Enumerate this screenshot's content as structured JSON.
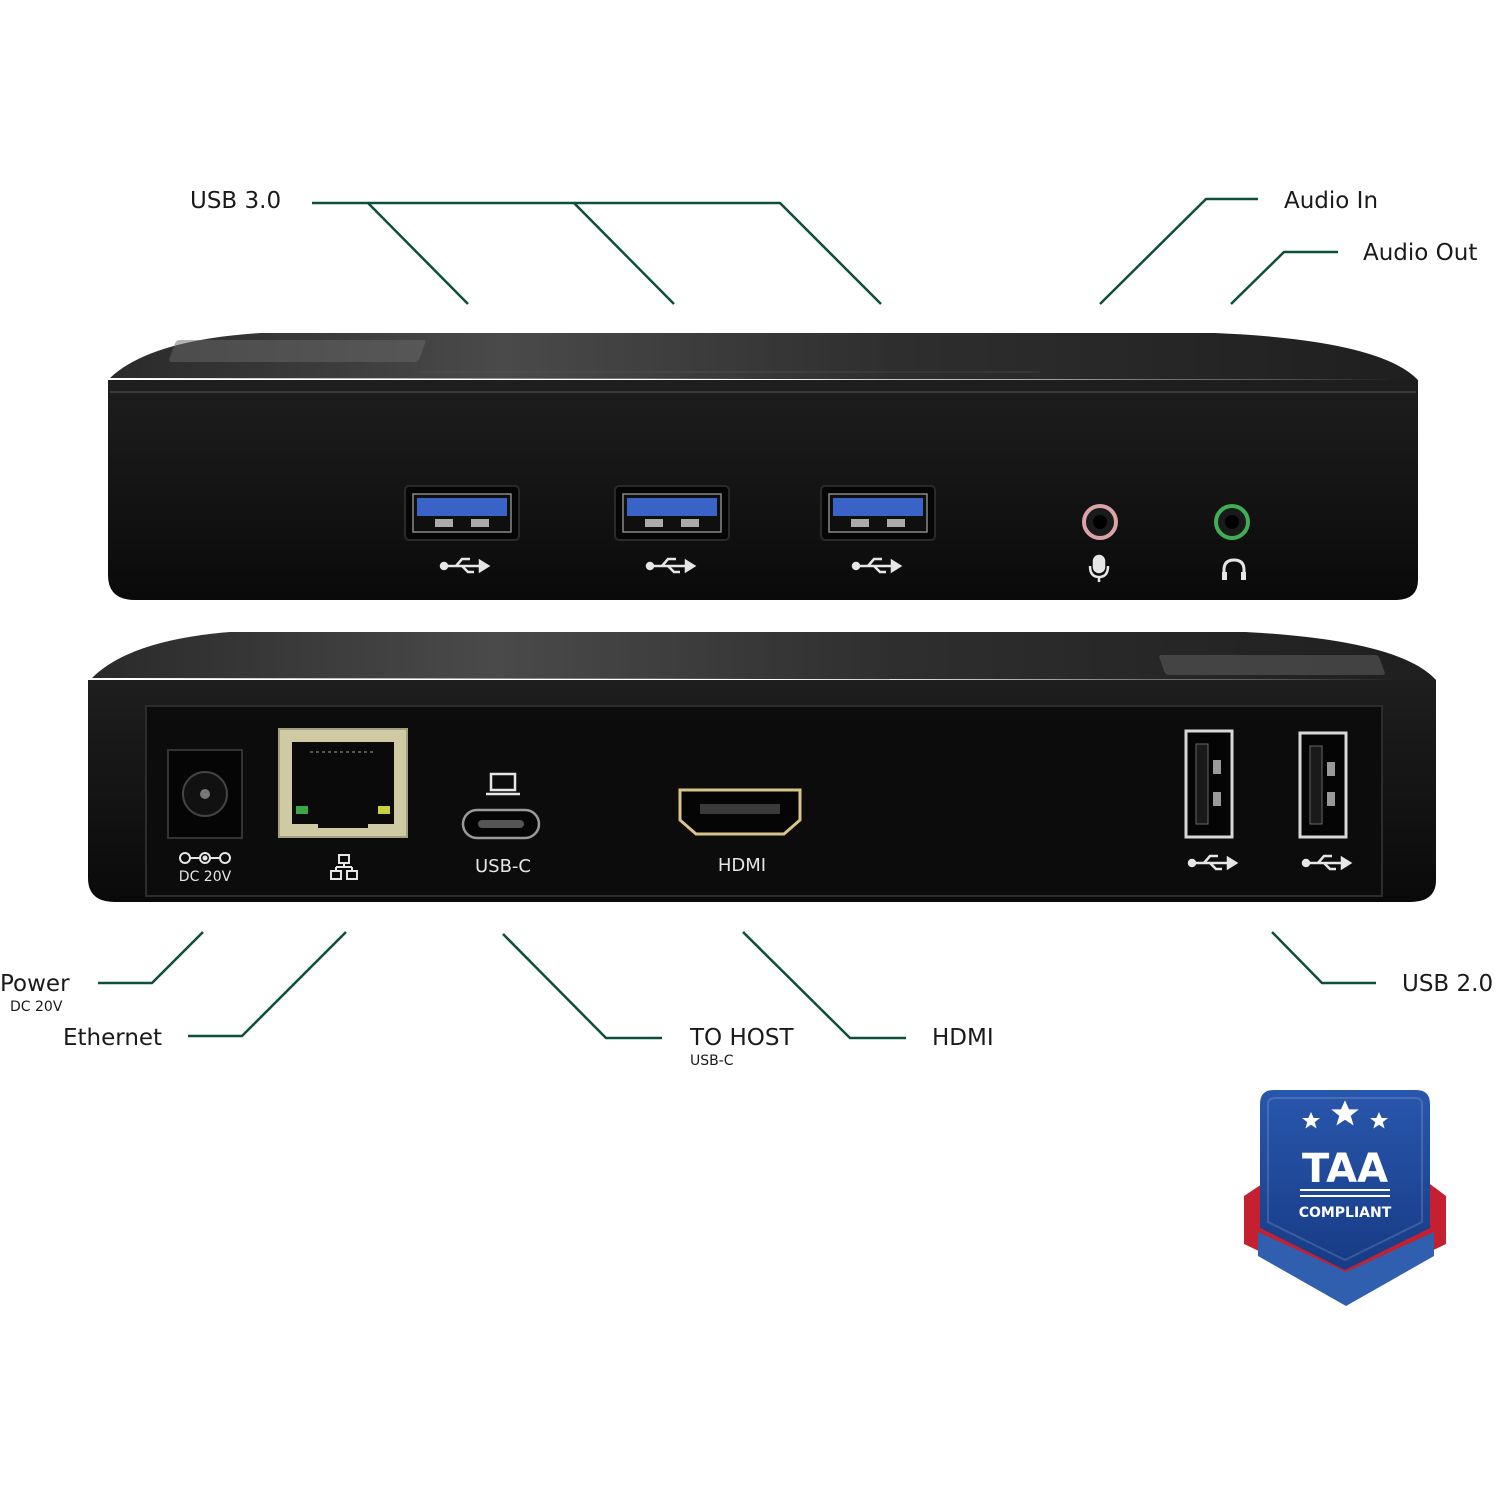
{
  "colors": {
    "leader_line": "#0d4f3c",
    "device_body": "#111111",
    "usb3_blue": "#3a63c8",
    "audio_in_ring": "#d9a3a7",
    "audio_out_ring": "#3fae55",
    "badge_blue": "#1f4a9c",
    "badge_red": "#c4202f"
  },
  "labels": {
    "usb3": "USB 3.0",
    "audio_in": "Audio In",
    "audio_out": "Audio Out",
    "power": "Power",
    "power_sub": "DC 20V",
    "ethernet": "Ethernet",
    "to_host": "TO HOST",
    "to_host_sub": "USB-C",
    "hdmi": "HDMI",
    "usb2": "USB 2.0"
  },
  "device_marks": {
    "dc_label": "DC 20V",
    "usbc_label": "USB-C",
    "hdmi_label": "HDMI"
  },
  "badge": {
    "title": "TAA",
    "subtitle": "COMPLIANT"
  },
  "icons": {
    "usb": "usb-icon",
    "microphone": "microphone-icon",
    "headphone": "headphone-icon",
    "network": "network-icon",
    "laptop": "laptop-icon",
    "dc_polarity": "dc-polarity-icon",
    "star": "star-icon"
  }
}
